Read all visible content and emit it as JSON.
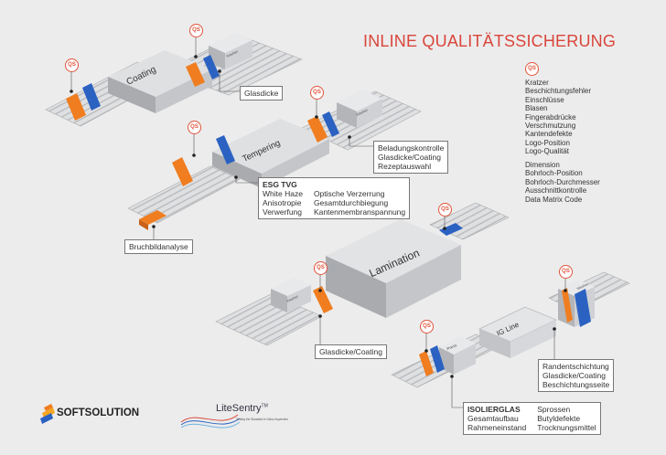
{
  "title": "INLINE QUALITÄTSSICHERUNG",
  "qs_label": "QS",
  "legend": {
    "group1": [
      "Kratzer",
      "Beschichtungsfehler",
      "Einschlüsse",
      "Blasen",
      "Fingerabdrücke",
      "Verschmutzung",
      "Kantendefekte",
      "Logo-Position",
      "Logo-Qualität"
    ],
    "group2": [
      "Dimension",
      "Bohrloch-Position",
      "Bohrloch-Durchmesser",
      "Ausschnittkontrolle",
      "Data Matrix Code"
    ]
  },
  "machines": {
    "coating": "Coating",
    "tempering": "Tempering",
    "lamination": "Lamination",
    "ig_line": "IG Line",
    "washer": "Washer",
    "press": "Press"
  },
  "callouts": {
    "glasdicke": "Glasdicke",
    "beladung": [
      "Beladungskontrolle",
      "Glasdicke/Coating",
      "Rezeptauswahl"
    ],
    "esg": {
      "heading": "ESG TVG",
      "col1": [
        "White Haze",
        "Anisotropie",
        "Verwerfung"
      ],
      "col2": [
        "Optische Verzerrung",
        "Gesamtdurchbiegung",
        "Kantenmembranspannung"
      ]
    },
    "bruchbild": "Bruchbildanalyse",
    "glasdicke_coating": "Glasdicke/Coating",
    "randent": [
      "Randentschichtung",
      "Glasdicke/Coating",
      "Beschichtungsseite"
    ],
    "isolier": {
      "heading": "ISOLIERGLAS",
      "col1": [
        "Gesamtaufbau",
        "Rahmeneinstand"
      ],
      "col2": [
        "Sprossen",
        "Butyldefekte",
        "Trocknungsmittel"
      ]
    }
  },
  "logos": {
    "softsolution": "SOFTSOLUTION",
    "litesentry": "LiteSentry",
    "litesentry_tm": "TM",
    "litesentry_tagline": "Setting the Standard in Glass Inspection"
  },
  "colors": {
    "accent": "#d9463b",
    "orange": "#f07d1f",
    "blue": "#2b62c2",
    "machine": "#c9cbcf"
  }
}
